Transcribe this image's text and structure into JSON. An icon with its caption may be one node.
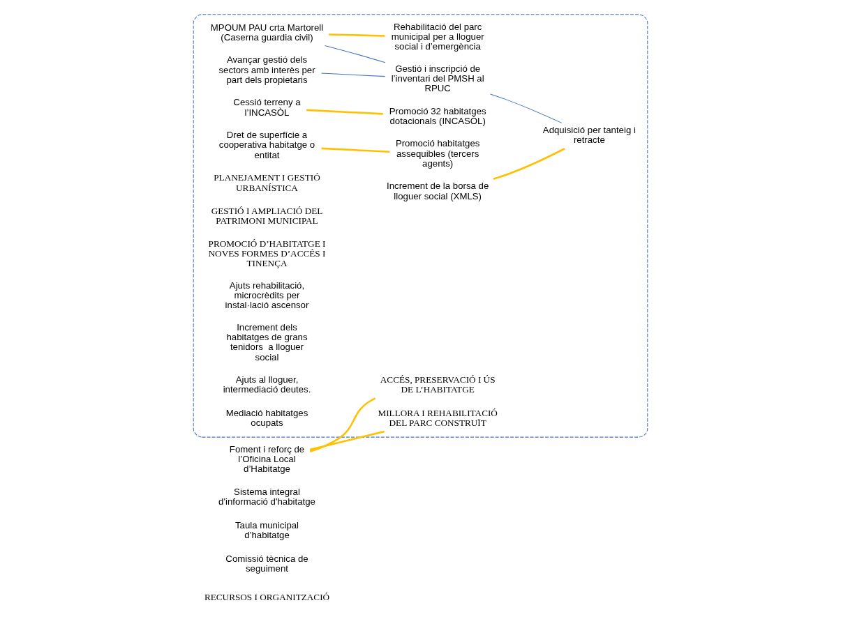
{
  "diagram": {
    "nodes": [
      {
        "text": [],
        "shape": "box"
      },
      {
        "text": [
          "Foment i reforç de l’Oficina Local d’Habitatge"
        ]
      },
      {
        "text": [
          "MILLORA I REHABILITACIÓ DEL PARC CONSTRUÏT"
        ],
        "in": 0
      },
      {
        "text": [
          "ACCÉS, PRESERVACIÓ I ÚS DE L’HABITATGE"
        ],
        "in": 0
      },
      {
        "text": [
          "MPOUM PAU crta Martorell (Caserna guardia civil)"
        ],
        "in": 0
      },
      {
        "text": [
          "Avançar gestió dels sectors amb interès per part dels propietaris"
        ],
        "in": 0
      },
      {
        "text": [
          "Rehabilitació del parc municipal per a lloguer social i d’emergència"
        ],
        "in": 0
      },
      {
        "text": [
          "Increment de la borsa de lloguer social (XMLS)"
        ],
        "in": 0
      },
      {
        "text": [
          "Cessió terreny a l’INCASÒL"
        ],
        "in": 0
      },
      {
        "text": [
          "Dret de superfície a cooperativa habitatge o entitat"
        ],
        "in": 0
      },
      {
        "text": [
          "Gestió i inscripció de l’inventari del PMSH al RPUC"
        ],
        "in": 0
      },
      {
        "text": [
          "Adquisició per tanteig i retracte"
        ],
        "in": 0
      },
      {
        "text": [
          "Promoció 32 habitatges dotacionals (INCASÒL)"
        ],
        "in": 0
      },
      {
        "text": [
          "Promoció habitatges assequibles (tercers agents)"
        ],
        "in": 0
      }
    ],
    "edges": [
      {
        "from": 1,
        "to": 2,
        "arrow": "none"
      },
      {
        "from": 1,
        "to": 3,
        "arrow": "none"
      },
      {
        "from": 4,
        "to": 6,
        "arrow": "none"
      },
      {
        "from": 4,
        "to": 10,
        "arrow": "none",
        "color": "#4472c4"
      },
      {
        "from": 5,
        "to": 10,
        "arrow": "none",
        "color": "#4472c4"
      },
      {
        "from": 8,
        "to": 12,
        "arrow": "none"
      },
      {
        "from": 9,
        "to": 13,
        "arrow": "none"
      },
      {
        "from": 10,
        "to": 11,
        "arrow": "none",
        "color": "#4472c4"
      },
      {
        "from": 7,
        "to": 11,
        "arrow": "none"
      }
    ],
    "labels": [
      "RECURSOS I ORGANITZACIÓ",
      "Comissió tècnica de seguiment",
      "Taula municipal d’habitatge",
      "Sistema integral d'informació d'habitatge",
      "PLANEJAMENT I GESTIÓ URBANÍSTICA",
      "GESTIÓ I AMPLIACIÓ DEL PATRIMONI MUNICIPAL",
      "PROMOCIÓ D’HABITATGE I NOVES FORMES D’ACCÉS I TINENÇA",
      "Ajuts rehabilitació, microcrèdits per instal·lació ascensor",
      "Increment dels habitatges de grans tenidors  a lloguer social",
      "Ajuts al lloguer, intermediació deutes.",
      "Mediació habitatges ocupats"
    ]
  }
}
